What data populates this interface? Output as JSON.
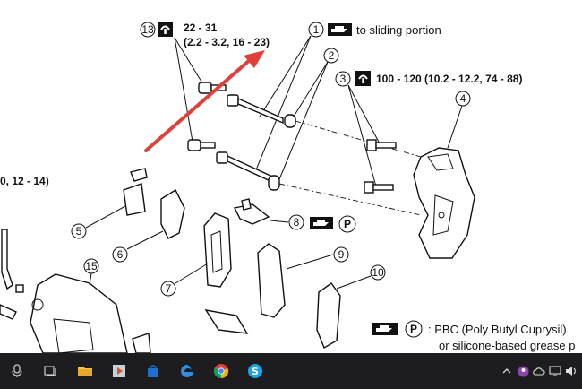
{
  "diagram": {
    "callouts": [
      "1",
      "2",
      "3",
      "4",
      "5",
      "6",
      "7",
      "8",
      "9",
      "10",
      "13",
      "15"
    ],
    "torque_13_line1": "22 - 31",
    "torque_13_line2": "(2.2 - 3.2, 16 - 23)",
    "note_1": "to sliding portion",
    "torque_3": "100 - 120 (10.2 - 12.2, 74 - 88)",
    "torque_left_partial": "0, 12 - 14)",
    "legend_p": "P",
    "legend_line1": ": PBC (Poly Butyl Cuprysil)",
    "legend_line2": "or silicone-based grease p",
    "arrow_color": "#e0403a"
  },
  "taskbar": {
    "icons": [
      "microphone-icon",
      "task-view-icon",
      "file-explorer-icon",
      "media-player-icon",
      "store-icon",
      "edge-icon",
      "chrome-icon",
      "skype-icon"
    ],
    "tray": [
      "chevron-up-icon",
      "avatar-icon",
      "onedrive-icon",
      "network-icon",
      "volume-icon"
    ]
  }
}
